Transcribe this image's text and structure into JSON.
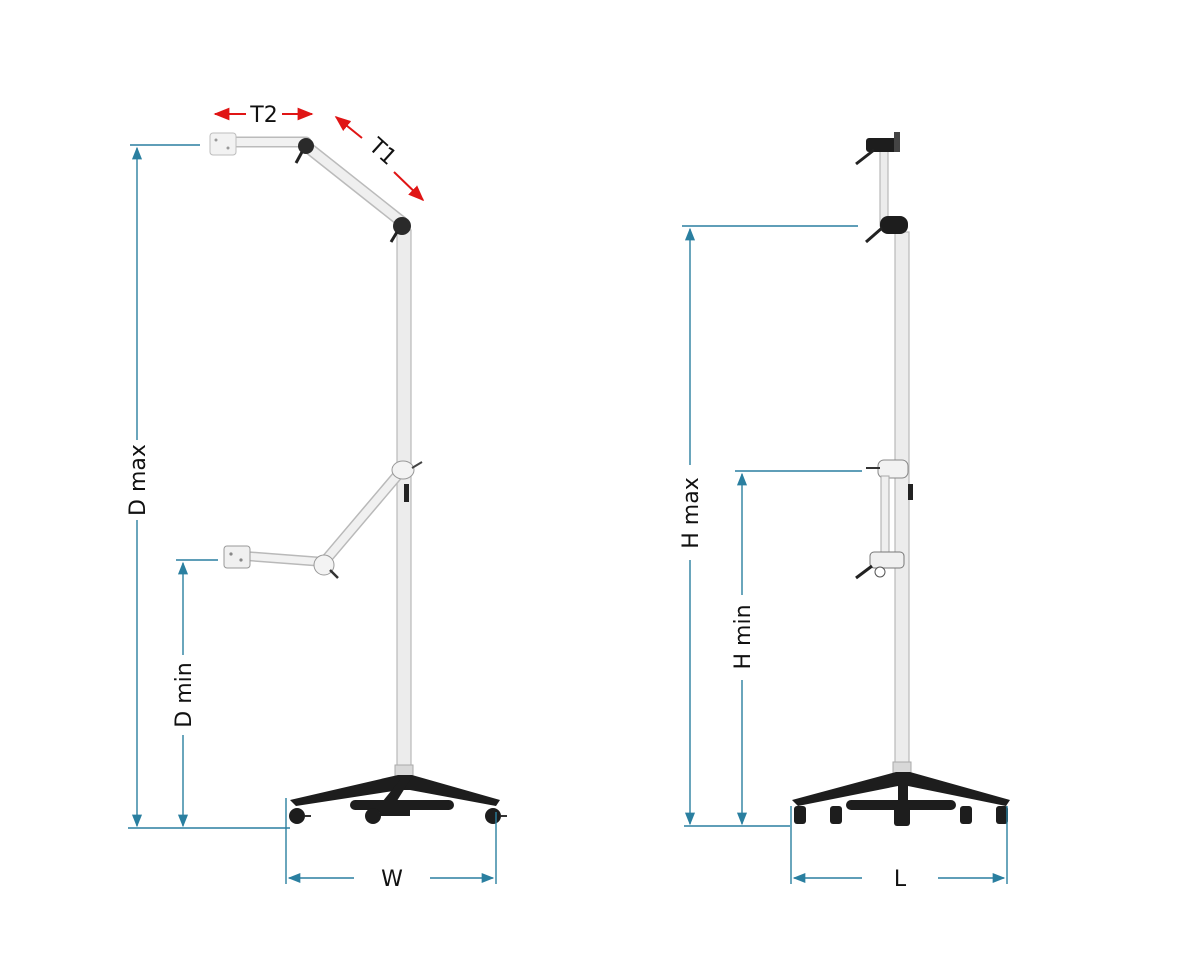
{
  "labels": {
    "d_max": "D max",
    "d_min": "D min",
    "h_max": "H max",
    "h_min": "H min",
    "t1": "T1",
    "t2": "T2",
    "w": "W",
    "l": "L"
  },
  "colors": {
    "dimension_line": "#2a7fa0",
    "arm_arrow": "#e01515",
    "base": "#1d1d1d",
    "pole": "#ececec"
  }
}
